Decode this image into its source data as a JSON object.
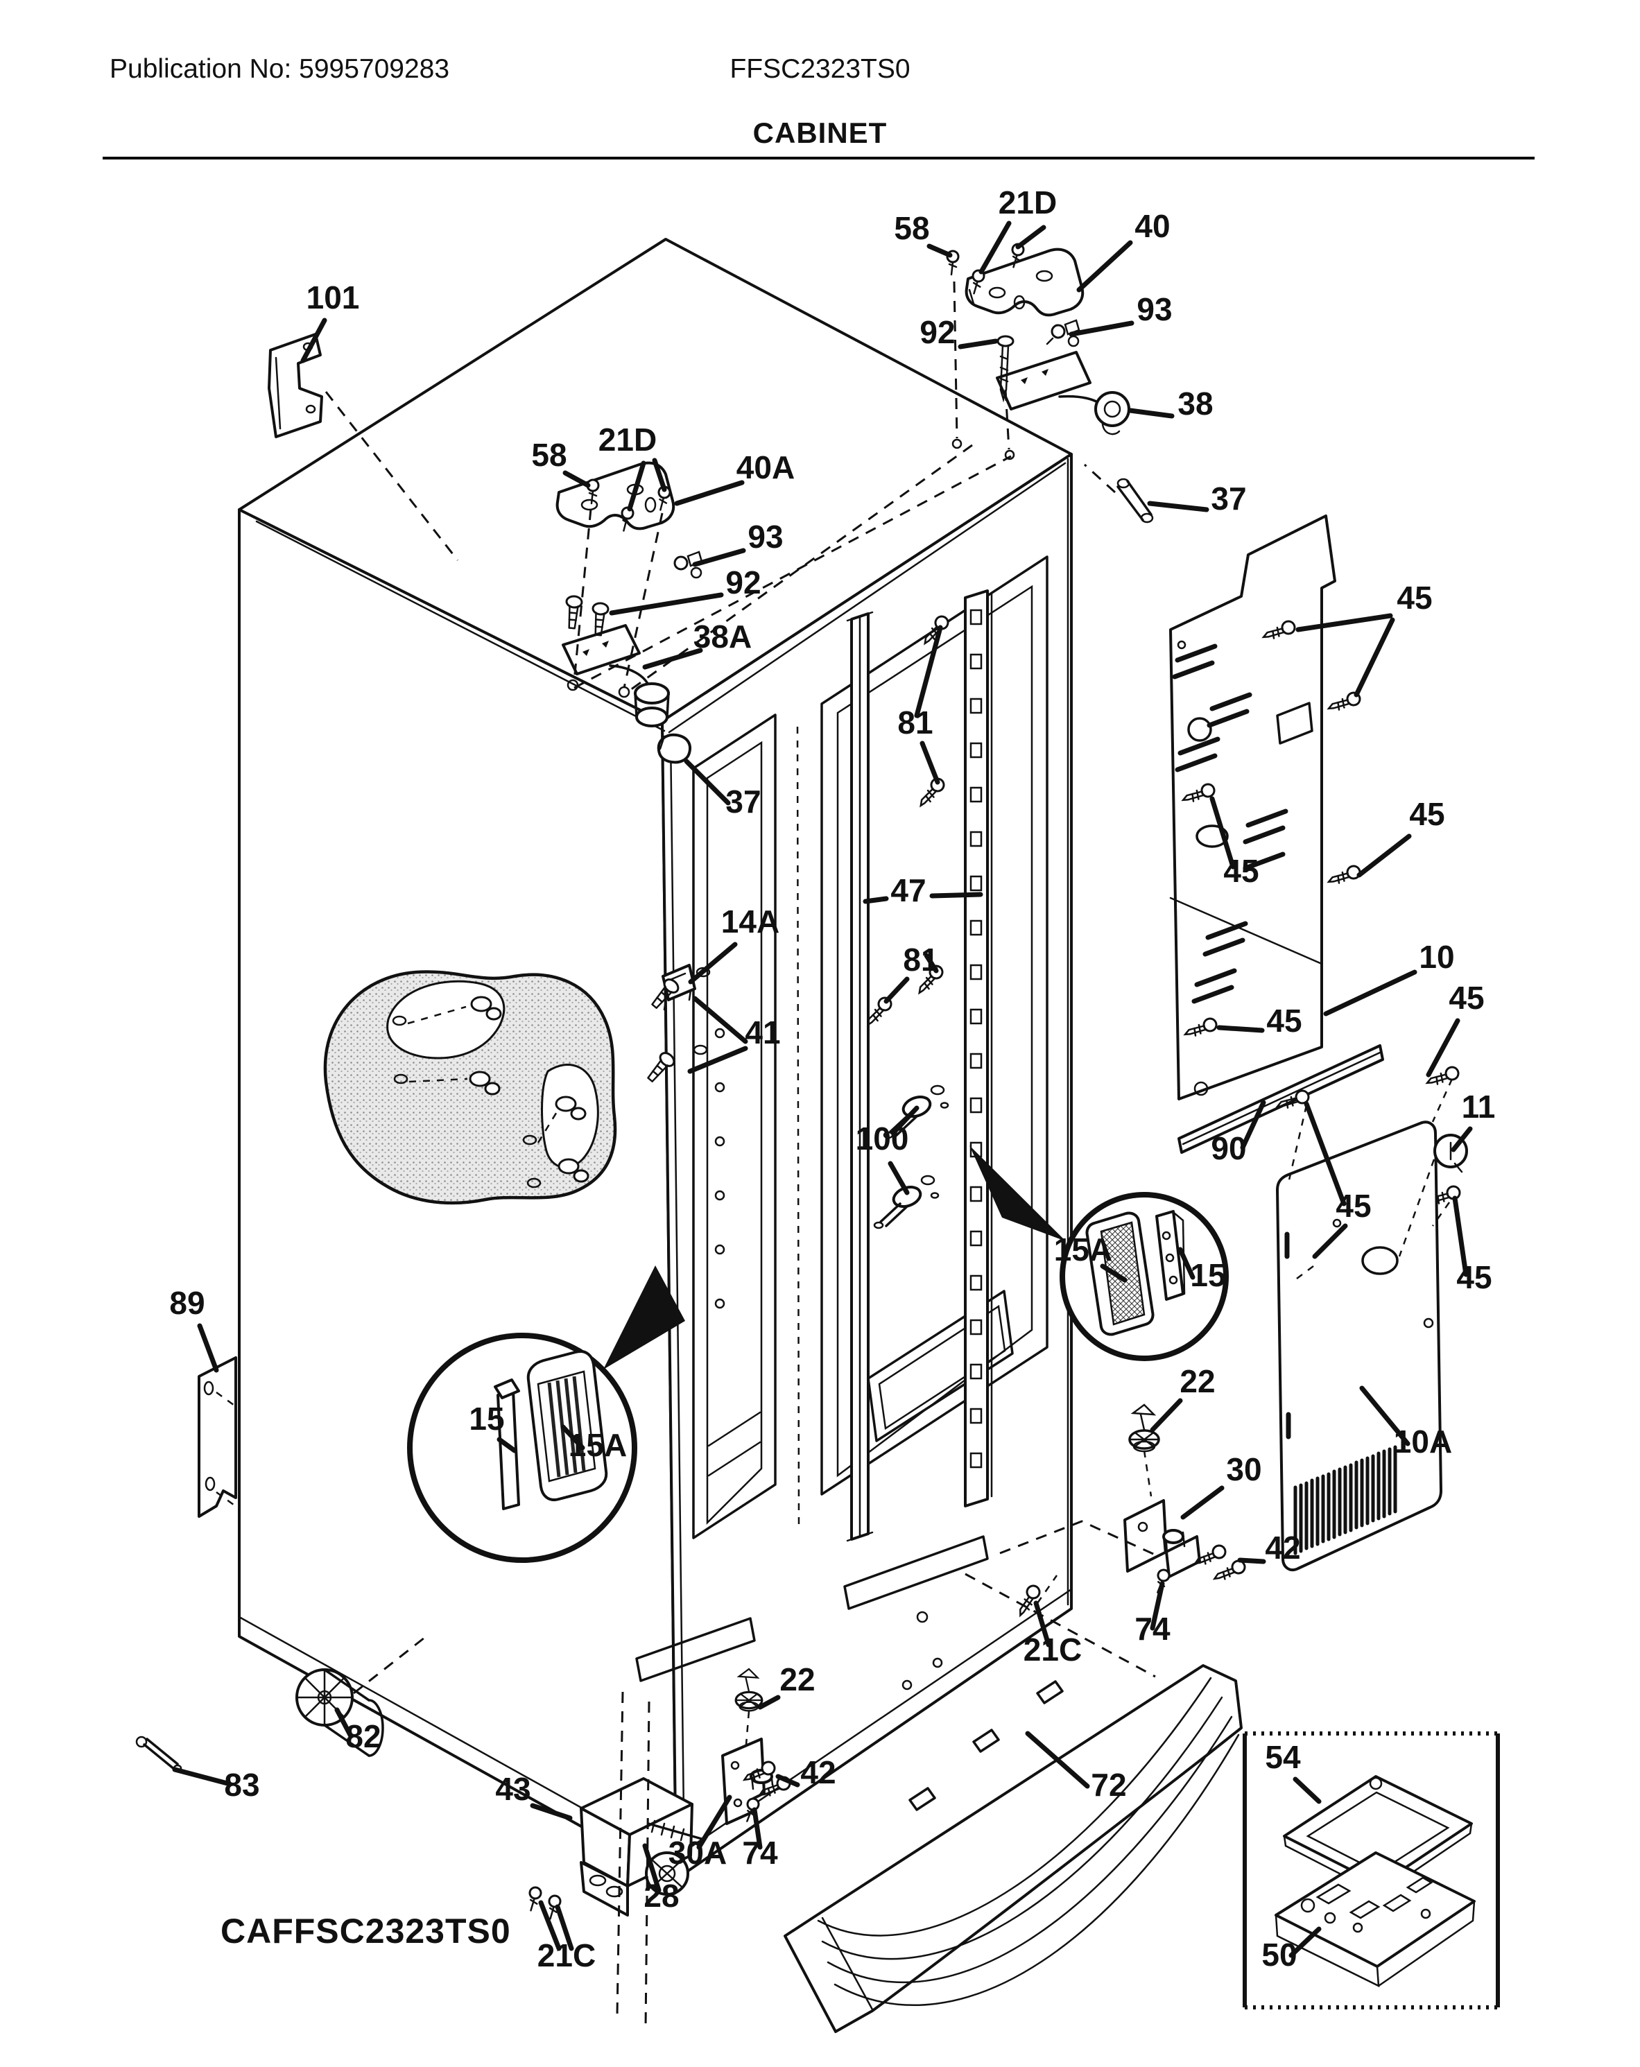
{
  "header": {
    "publication": "Publication No: 5995709283",
    "model": "FFSC2323TS0",
    "section_title": "CABINET"
  },
  "footer": {
    "diagram_code": "CAFFSC2323TS0"
  },
  "callouts": [
    {
      "label": "101"
    },
    {
      "label": "58"
    },
    {
      "label": "21D"
    },
    {
      "label": "40"
    },
    {
      "label": "92"
    },
    {
      "label": "93"
    },
    {
      "label": "38"
    },
    {
      "label": "37"
    },
    {
      "label": "58"
    },
    {
      "label": "21D"
    },
    {
      "label": "40A"
    },
    {
      "label": "93"
    },
    {
      "label": "92"
    },
    {
      "label": "38A"
    },
    {
      "label": "45"
    },
    {
      "label": "37"
    },
    {
      "label": "81"
    },
    {
      "label": "45"
    },
    {
      "label": "45"
    },
    {
      "label": "47"
    },
    {
      "label": "14A"
    },
    {
      "label": "81"
    },
    {
      "label": "10"
    },
    {
      "label": "41"
    },
    {
      "label": "45"
    },
    {
      "label": "45"
    },
    {
      "label": "100"
    },
    {
      "label": "11"
    },
    {
      "label": "90"
    },
    {
      "label": "45"
    },
    {
      "label": "45"
    },
    {
      "label": "15A"
    },
    {
      "label": "15"
    },
    {
      "label": "89"
    },
    {
      "label": "22"
    },
    {
      "label": "30"
    },
    {
      "label": "42"
    },
    {
      "label": "74"
    },
    {
      "label": "21C"
    },
    {
      "label": "10A"
    },
    {
      "label": "15"
    },
    {
      "label": "15A"
    },
    {
      "label": "22"
    },
    {
      "label": "42"
    },
    {
      "label": "43"
    },
    {
      "label": "30A"
    },
    {
      "label": "74"
    },
    {
      "label": "28"
    },
    {
      "label": "21C"
    },
    {
      "label": "82"
    },
    {
      "label": "83"
    },
    {
      "label": "72"
    },
    {
      "label": "54"
    },
    {
      "label": "50"
    }
  ]
}
